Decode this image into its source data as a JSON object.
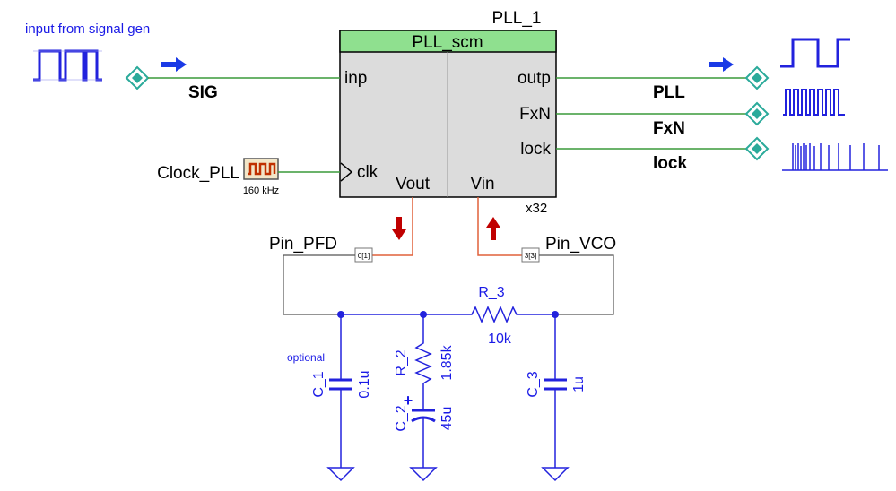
{
  "colors": {
    "wire_green": "#3a9a3a",
    "wire_blue": "#2222dd",
    "wire_red": "#e0603a",
    "block_fill": "#dcdcdc",
    "block_header": "#8fe08f",
    "text_blue": "#1a1ae6",
    "arrow_red": "#c00000",
    "arrow_blue": "#1a3ae6",
    "port_fill": "#2aaa9a"
  },
  "block": {
    "instance": "PLL_1",
    "model": "PLL_scm",
    "multiplier": "x32",
    "pins": {
      "inp": "inp",
      "clk": "clk",
      "outp": "outp",
      "fxn": "FxN",
      "lock": "lock",
      "vout": "Vout",
      "vin": "Vin"
    }
  },
  "signals": {
    "input_caption": "input from signal gen",
    "sig": "SIG",
    "pll": "PLL",
    "fxn": "FxN",
    "lock": "lock"
  },
  "clock": {
    "name": "Clock_PLL",
    "freq": "160 kHz"
  },
  "pins": {
    "pfd": "Pin_PFD",
    "pfd_tag": "0[1]",
    "vco": "Pin_VCO",
    "vco_tag": "3[3]"
  },
  "components": {
    "r3": {
      "name": "R_3",
      "value": "10k"
    },
    "r2": {
      "name": "R_2",
      "value": "1.85k"
    },
    "c1": {
      "name": "C_1",
      "value": "0.1u",
      "note": "optional"
    },
    "c2": {
      "name": "C_2",
      "value": "45u",
      "polarity": "+"
    },
    "c3": {
      "name": "C_3",
      "value": "1u"
    }
  }
}
